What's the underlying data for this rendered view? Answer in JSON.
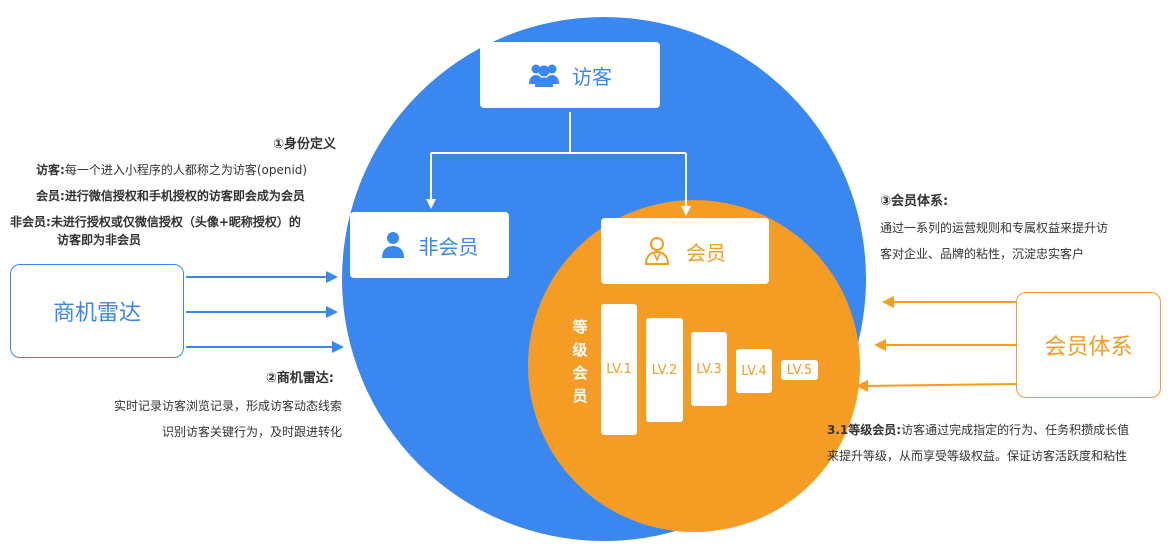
{
  "colors": {
    "blue": "#3b87f0",
    "orange": "#f49c24",
    "white": "#ffffff",
    "text": "#333333"
  },
  "visitor": {
    "label": "访客",
    "icon": "users-icon"
  },
  "non_member": {
    "label": "非会员",
    "icon": "user-icon"
  },
  "member": {
    "label": "会员",
    "icon": "member-user-icon"
  },
  "grade": {
    "title": [
      "等",
      "级",
      "会",
      "员"
    ],
    "levels": [
      "LV.1",
      "LV.2",
      "LV.3",
      "LV.4",
      "LV.5"
    ]
  },
  "radar": {
    "label": "商机雷达"
  },
  "member_system": {
    "label": "会员体系"
  },
  "identity": {
    "title": "①身份定义",
    "visitor_label": "访客:",
    "visitor_text": "每一个进入小程序的人都称之为访客(openid)",
    "member_label": "会员:",
    "member_text": "进行微信授权和手机授权的访客即会成为会员",
    "nonmember_label": "非会员:",
    "nonmember_text_1": "未进行授权或仅微信授权（头像+昵称授权）的",
    "nonmember_text_2": "访客即为非会员"
  },
  "radar_desc": {
    "title": "②商机雷达:",
    "line1": "实时记录访客浏览记录，形成访客动态线索",
    "line2": "识别访客关键行为，及时跟进转化"
  },
  "system_desc": {
    "title": "③会员体系:",
    "line1": "通过一系列的运营规则和专属权益来提升访",
    "line2": "客对企业、品牌的粘性，沉淀忠实客户"
  },
  "grade_desc": {
    "title": "3.1等级会员:",
    "line1": "访客通过完成指定的行为、任务积攒成长值",
    "line2": "来提升等级，从而享受等级权益。保证访客活跃度和粘性"
  }
}
